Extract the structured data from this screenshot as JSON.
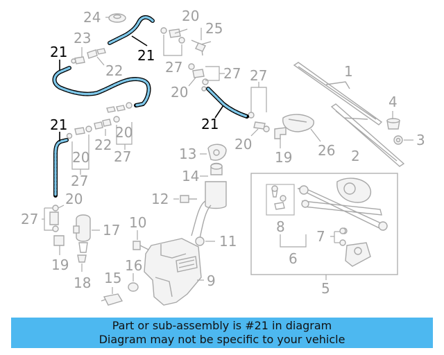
{
  "banner": {
    "line1": "Part or sub-assembly is #21 in diagram",
    "line2": "Diagram may not be specific to your vehicle"
  },
  "colors": {
    "highlight_hose_fill": "#7fc8ea",
    "banner_bg": "#4db8f0",
    "part_lines": "#a8a8a8",
    "callout_gray": "#9e9e9e"
  },
  "callouts": {
    "c1": "1",
    "c2": "2",
    "c3": "3",
    "c4": "4",
    "c5": "5",
    "c6": "6",
    "c7": "7",
    "c8": "8",
    "c9": "9",
    "c10": "10",
    "c11": "11",
    "c12": "12",
    "c13": "13",
    "c14": "14",
    "c15": "15",
    "c16": "16",
    "c17": "17",
    "c18": "18",
    "c19a": "19",
    "c19b": "19",
    "c20a": "20",
    "c20b": "20",
    "c20c": "20",
    "c20d": "20",
    "c20e": "20",
    "c20f": "20",
    "c21a": "21",
    "c21b": "21",
    "c21c": "21",
    "c21d": "21",
    "c22a": "22",
    "c22b": "22",
    "c23": "23",
    "c24": "24",
    "c25": "25",
    "c26": "26",
    "c27a": "27",
    "c27b": "27",
    "c27c": "27",
    "c27d": "27",
    "c27e": "27",
    "c27f": "27"
  }
}
